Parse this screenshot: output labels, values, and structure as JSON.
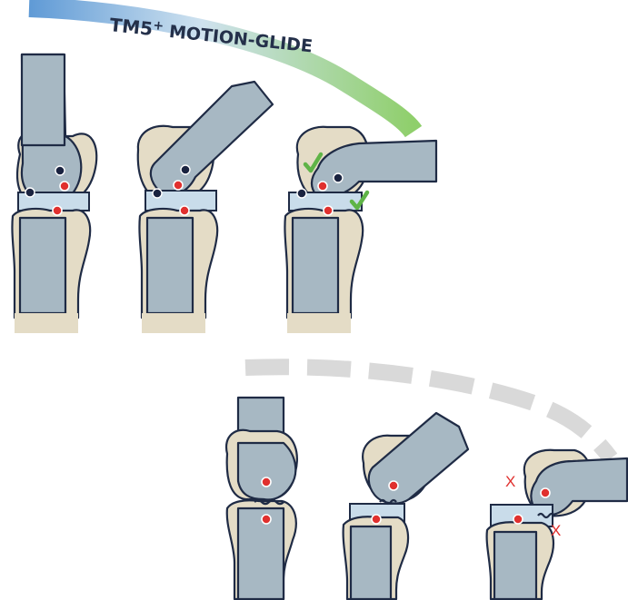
{
  "title": {
    "brand": "TM5",
    "plus": "+",
    "name": " MOTION-GLIDE"
  },
  "colors": {
    "bone": "#e4dcc6",
    "implant": "#a7b8c3",
    "outline": "#1f2b45",
    "center_marker": "#e0302e",
    "guide_point": "#1a2340",
    "good_motion_arc": "#8fcf6b",
    "bad_motion_arc": "#d9d9d9",
    "check": "#5fb447",
    "cross": "#e0302e"
  },
  "top_row": {
    "arc_style": "solid blue-to-green gradient",
    "stages": [
      "extended",
      "partly flexed",
      "flexed"
    ],
    "check_marks": 2
  },
  "bottom_row": {
    "arc_style": "dashed gray",
    "stages": [
      "extended",
      "partly flexed",
      "flexed"
    ],
    "x_marks": [
      "X",
      "X"
    ]
  }
}
